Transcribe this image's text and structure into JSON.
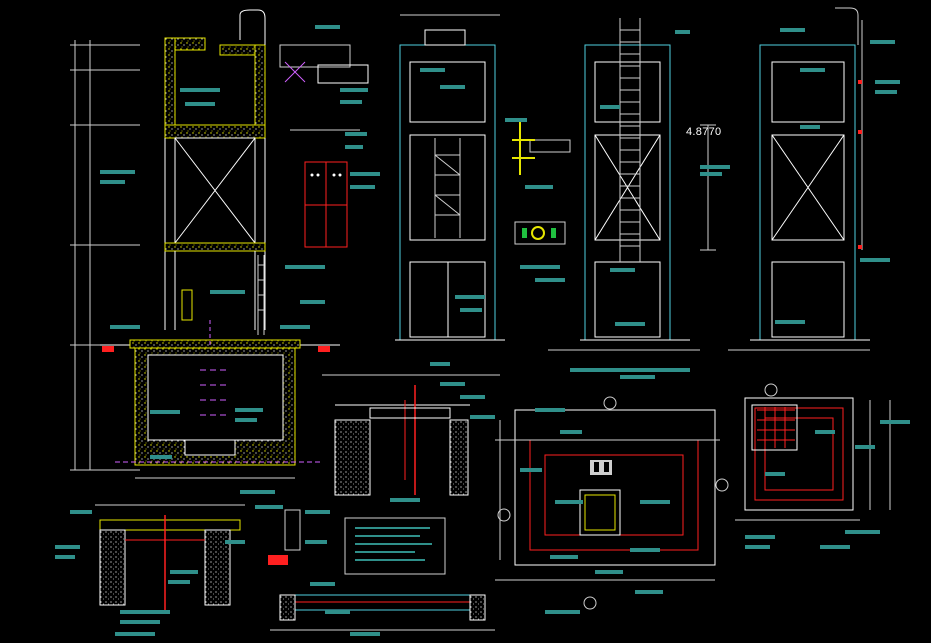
{
  "drawing": {
    "background": "#000000",
    "colors": {
      "outline": "#ffffff",
      "cyan": "#4fd1e0",
      "label": "#2f8f8a",
      "red": "#ff2020",
      "yellow": "#e6e600",
      "magenta": "#d060ff",
      "green": "#20c040",
      "dim": "#cfcfcf"
    },
    "dimension_text": "4.8770",
    "views": [
      "elevator-shaft-section",
      "pit-section",
      "front-elevation",
      "ladder-elevation",
      "side-elevation",
      "door-detail",
      "pit-detail",
      "machine-room-plan",
      "pit-plan",
      "slab-section",
      "beam-section",
      "notes-box"
    ]
  }
}
